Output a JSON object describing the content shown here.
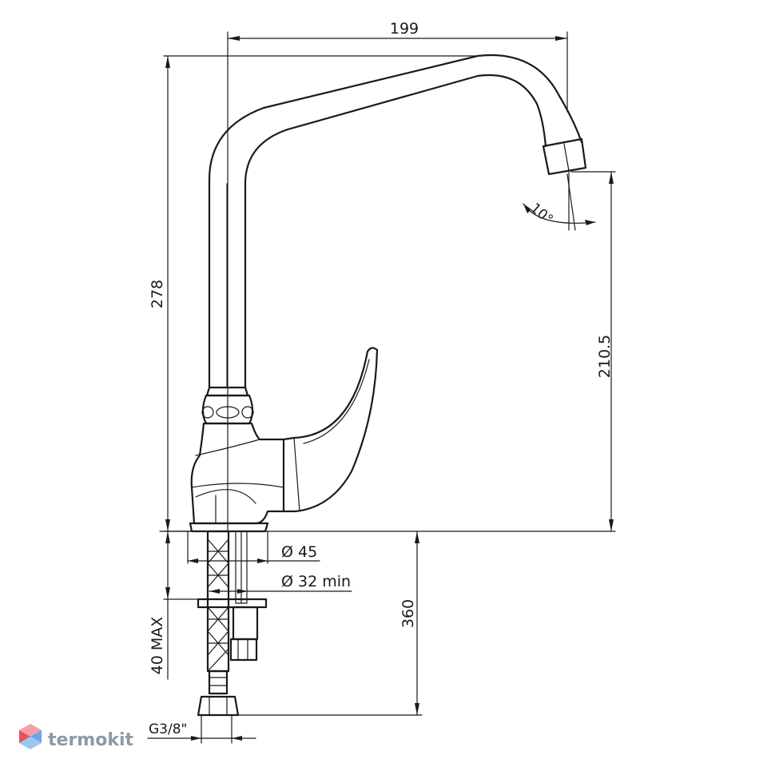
{
  "dimensions": {
    "width_top": "199",
    "height_total": "278",
    "spout_height": "210.5",
    "hose_length": "360",
    "max_thickness": "40 MAX",
    "hole_diameter": "Ø 45",
    "min_hole": "Ø 32 min",
    "thread": "G3/8\"",
    "angle": "10°"
  },
  "brand": {
    "name": "termokit",
    "logo_colors": [
      "#e8505b",
      "#6aa6e8"
    ]
  }
}
